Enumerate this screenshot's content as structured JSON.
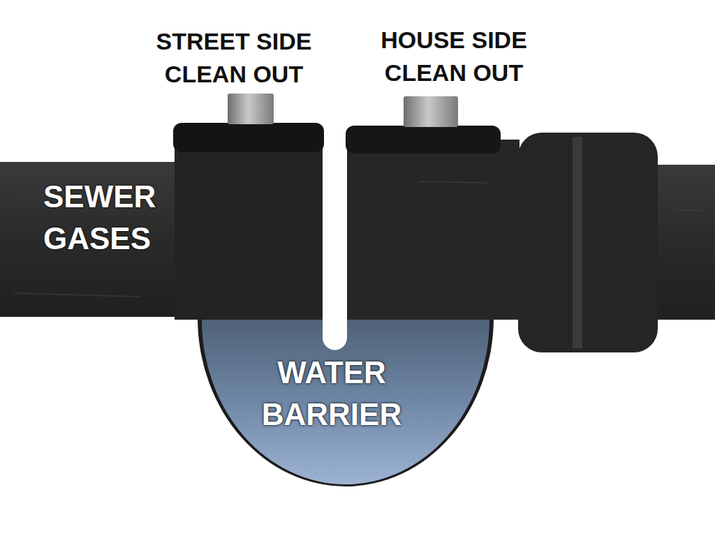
{
  "diagram": {
    "labels": [
      "STREET SIDE CLEAN OUT",
      "HOUSE SIDE CLEAN OUT",
      "SEWER GASES",
      "WATER BARRIER"
    ]
  }
}
